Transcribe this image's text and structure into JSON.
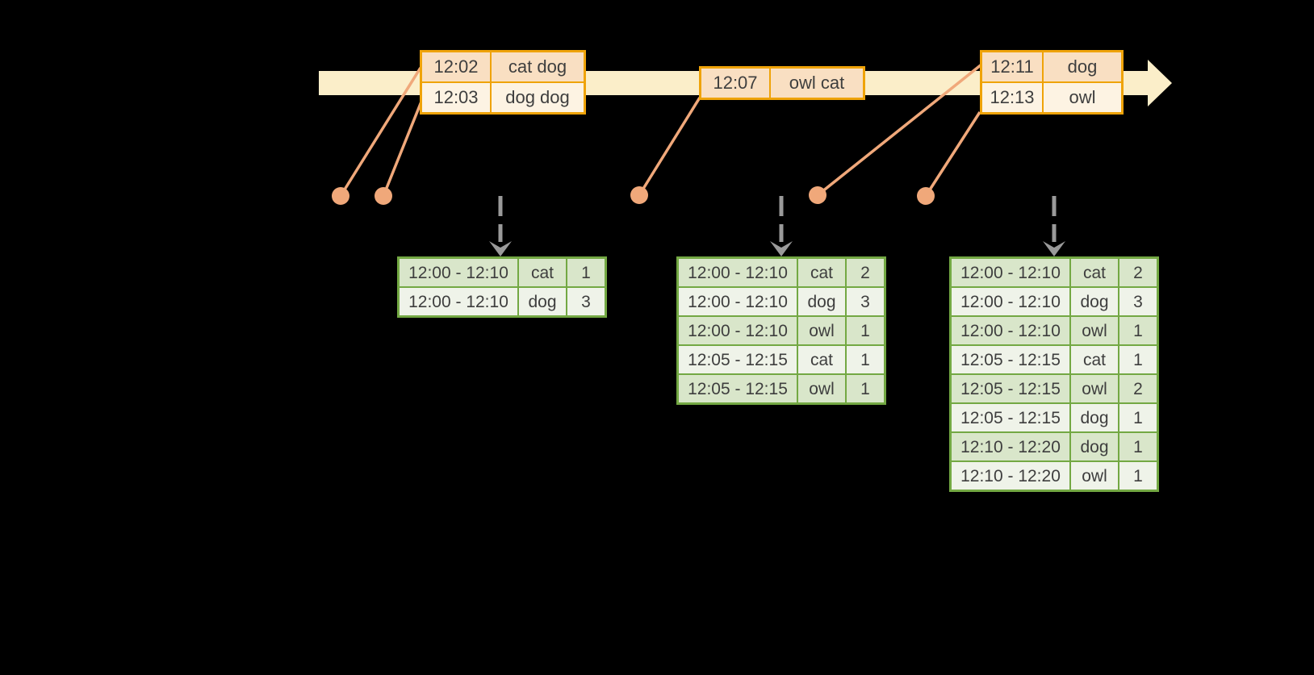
{
  "diagram": {
    "kind": "windowed-streaming-aggregation",
    "colors": {
      "background": "#000000",
      "timeline_fill": "#fbeec9",
      "event_table_border": "#efa309",
      "event_row_fill_dark": "#f9dfc2",
      "event_row_fill_light": "#fdf3e3",
      "connector_and_dots": "#f0a87a",
      "result_table_border": "#73a843",
      "result_row_fill_dark": "#d9e6ca",
      "result_row_fill_light": "#eff3e9",
      "trigger_arrow": "#9a9a9a",
      "text": "#3e3e3e"
    }
  },
  "event_tables": [
    {
      "rows": [
        {
          "time": "12:02",
          "words": "cat dog"
        },
        {
          "time": "12:03",
          "words": "dog dog"
        }
      ]
    },
    {
      "rows": [
        {
          "time": "12:07",
          "words": "owl cat"
        }
      ]
    },
    {
      "rows": [
        {
          "time": "12:11",
          "words": "dog"
        },
        {
          "time": "12:13",
          "words": "owl"
        }
      ]
    }
  ],
  "result_tables": [
    {
      "rows": [
        [
          "12:00 - 12:10",
          "cat",
          "1"
        ],
        [
          "12:00 - 12:10",
          "dog",
          "3"
        ]
      ]
    },
    {
      "rows": [
        [
          "12:00 - 12:10",
          "cat",
          "2"
        ],
        [
          "12:00 - 12:10",
          "dog",
          "3"
        ],
        [
          "12:00 - 12:10",
          "owl",
          "1"
        ],
        [
          "12:05 - 12:15",
          "cat",
          "1"
        ],
        [
          "12:05 - 12:15",
          "owl",
          "1"
        ]
      ]
    },
    {
      "rows": [
        [
          "12:00 - 12:10",
          "cat",
          "2"
        ],
        [
          "12:00 - 12:10",
          "dog",
          "3"
        ],
        [
          "12:00 - 12:10",
          "owl",
          "1"
        ],
        [
          "12:05 - 12:15",
          "cat",
          "1"
        ],
        [
          "12:05 - 12:15",
          "owl",
          "2"
        ],
        [
          "12:05 - 12:15",
          "dog",
          "1"
        ],
        [
          "12:10 - 12:20",
          "dog",
          "1"
        ],
        [
          "12:10 - 12:20",
          "owl",
          "1"
        ]
      ]
    }
  ]
}
